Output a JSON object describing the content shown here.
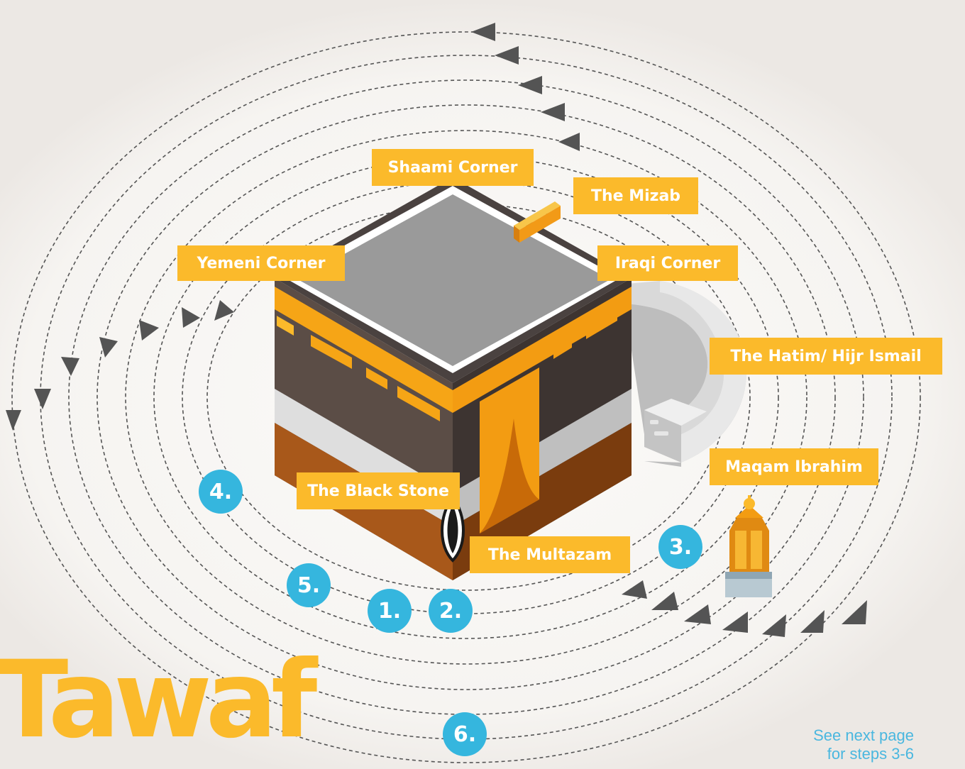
{
  "labels": {
    "shaami_corner": "Shaami Corner",
    "mizab": "The Mizab",
    "yemeni_corner": "Yemeni Corner",
    "iraqi_corner": "Iraqi Corner",
    "hatim": "The Hatim/ Hijr Ismail",
    "maqam_ibrahim": "Maqam Ibrahim",
    "black_stone": "The Black Stone",
    "multazam": "The Multazam"
  },
  "steps": [
    "1.",
    "2.",
    "3.",
    "4.",
    "5.",
    "6."
  ],
  "title": "Tawaf",
  "note": {
    "line1": "See next page",
    "line2": "for steps 3-6"
  },
  "colors": {
    "label_bg": "#fbba2b",
    "badge_bg": "#35b6de",
    "title": "#fbba2b",
    "background": "#ece8e4",
    "glow": "#f8f6f3"
  }
}
